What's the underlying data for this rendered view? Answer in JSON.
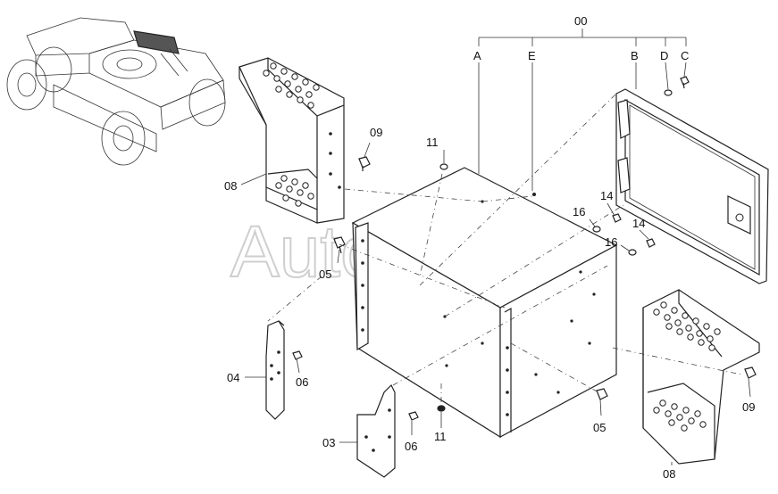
{
  "watermark": "AutoSoft",
  "labels": {
    "assembly": "00",
    "a": "A",
    "e": "E",
    "b": "B",
    "d": "D",
    "c": "C",
    "p11_top": "11",
    "p09_left": "09",
    "p08_left": "08",
    "p05_left": "05",
    "p14_a": "14",
    "p16_a": "16",
    "p14_b": "14",
    "p16_b": "16",
    "p04": "04",
    "p06_a": "06",
    "p03": "03",
    "p06_b": "06",
    "p11_bottom": "11",
    "p05_right": "05",
    "p09_right": "09",
    "p08_right": "08"
  }
}
